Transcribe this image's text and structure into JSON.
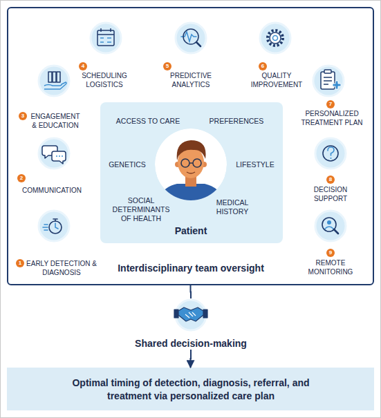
{
  "diagram": {
    "nodes": [
      {
        "text": [
          "Interdisciplinary team oversight"
        ]
      },
      {
        "text": [
          "1",
          "EARLY DETECTION & DIAGNOSIS"
        ],
        "in": 0
      },
      {
        "text": [
          "2",
          "COMMUNICATION"
        ],
        "in": 0
      },
      {
        "text": [
          "3",
          "ENGAGEMENT & EDUCATION"
        ],
        "in": 0
      },
      {
        "text": [
          "4",
          "SCHEDULING LOGISTICS"
        ],
        "in": 0
      },
      {
        "text": [
          "5",
          "PREDICTIVE ANALYTICS"
        ],
        "in": 0
      },
      {
        "text": [
          "6",
          "QUALITY IMPROVEMENT"
        ],
        "in": 0
      },
      {
        "text": [
          "7",
          "PERSONALIZED TREATMENT PLAN"
        ],
        "in": 0
      },
      {
        "text": [
          "8",
          "DECISION SUPPORT"
        ],
        "in": 0
      },
      {
        "text": [
          "9",
          "REMOTE MONITORING"
        ],
        "in": 0
      },
      {
        "text": [
          "ACCESS TO CARE",
          "PREFERENCES",
          "GENETICS",
          "LIFESTYLE",
          "SOCIAL DETERMINANTS OF HEALTH",
          "MEDICAL HISTORY",
          "Patient"
        ],
        "in": 0
      },
      {
        "text": [
          "Shared decision-making"
        ]
      },
      {
        "text": [
          "Optimal timing of detection, diagnosis, referral, and treatment via personalized care plan"
        ]
      }
    ],
    "edges": [
      {
        "from": 0,
        "to": 11,
        "arrow": "none"
      },
      {
        "from": 11,
        "to": 12,
        "arrow": "to"
      }
    ]
  }
}
